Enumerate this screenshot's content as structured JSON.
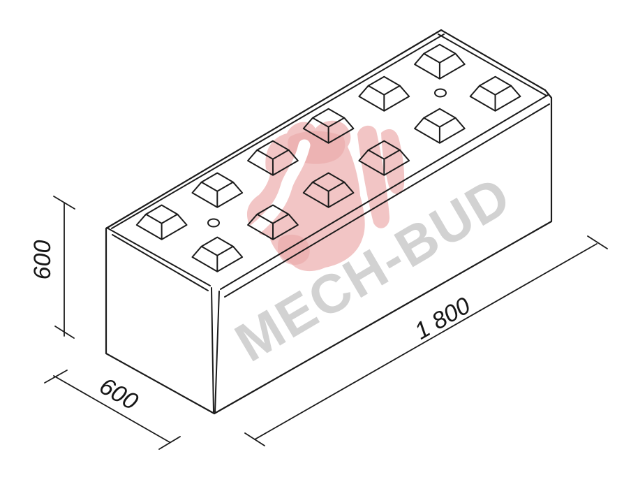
{
  "watermark": {
    "text": "MECH-BUD",
    "text_color": "#d2d2d2",
    "logo": {
      "name": "mech-bud-logo-mark",
      "primary_color": "#f2c5c5",
      "accent_color": "#e9a4a4",
      "detail_color": "#ffffff"
    }
  },
  "drawing": {
    "description": "Isometric line drawing of an interlocking concrete lego block with chamfered edges",
    "line_color": "#1b1b1b",
    "background_color": "#ffffff",
    "studs": {
      "rows": 2,
      "cols": 6
    },
    "lift_points": 2,
    "dimensions": {
      "height": {
        "value": "600"
      },
      "depth": {
        "value": "600"
      },
      "length": {
        "value": "1 800"
      }
    }
  }
}
